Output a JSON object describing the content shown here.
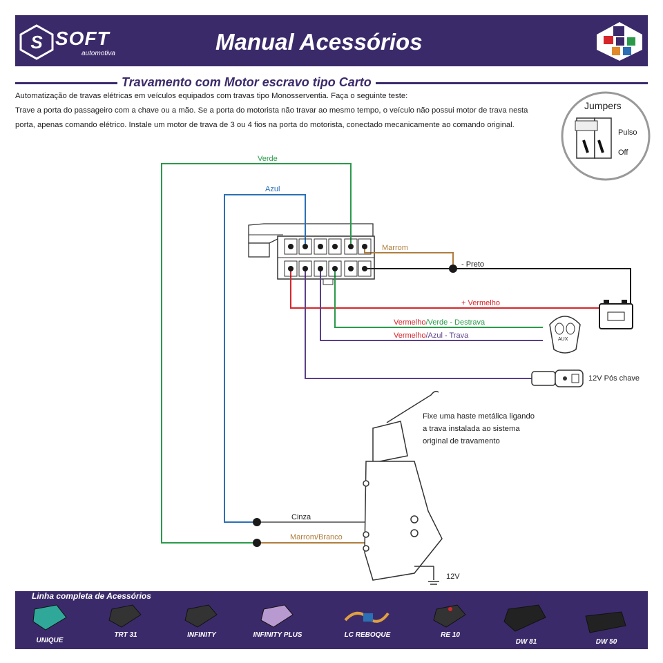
{
  "header": {
    "brand": "SOFT",
    "brand_sub": "automotiva",
    "title": "Manual Acessórios"
  },
  "section": {
    "title": "Travamento com Motor escravo tipo Carto",
    "intro_lines": [
      "Automatização de travas elétricas em veículos equipados com travas tipo Monosserventia. Faça o seguinte teste:",
      "Trave a porta do passageiro com a chave ou a mão. Se a porta do motorista não travar ao mesmo tempo, o veículo não possui motor de trava nesta",
      "porta, apenas comando elétrico. Instale um motor de trava de 3 ou 4 fios na porta do motorista, conectado mecanicamente ao comando original."
    ]
  },
  "jumpers": {
    "title": "Jumpers",
    "pulso": "Pulso",
    "off": "Off"
  },
  "wires": {
    "verde": "Verde",
    "azul": "Azul",
    "marrom": "Marrom",
    "preto": "- Preto",
    "vermelho": "+ Vermelho",
    "destrava_a": "Vermelho",
    "destrava_b": "/Verde - Destrava",
    "trava_a": "Vermelho",
    "trava_b": "/Azul - Trava",
    "pos_chave": "12V  Pós chave",
    "cinza": "Cinza",
    "marrom_branco": "Marrom/Branco",
    "motor_12v": "12V",
    "aux": "AUX"
  },
  "note": {
    "lines": [
      "Fixe uma haste metálica ligando",
      "a trava instalada ao sistema",
      "original de travamento"
    ]
  },
  "footer": {
    "title": "Linha completa de Acessórios",
    "products": [
      "UNIQUE",
      "TRT 31",
      "INFINITY",
      "INFINITY PLUS",
      "LC REBOQUE",
      "RE 10",
      "DW 81",
      "DW 50"
    ]
  },
  "colors": {
    "brand_purple": "#3b2a6a",
    "verde": "#2a9a4a",
    "azul": "#2b6fb5",
    "marrom": "#b07d3c",
    "preto": "#1a1a1a",
    "vermelho": "#d6262b",
    "roxo": "#5a3f8a",
    "cinza": "#777777"
  }
}
